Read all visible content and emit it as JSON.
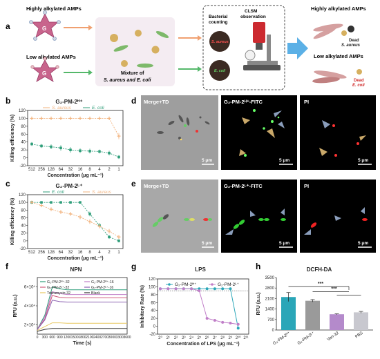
{
  "panel_labels": [
    "a",
    "b",
    "c",
    "d",
    "e",
    "f",
    "g",
    "h"
  ],
  "panel_a": {
    "high_label": "Highly alkylated AMPs",
    "low_label": "Low alkylated AMPs",
    "g_label": "G",
    "mixture_line1": "Mixture of",
    "mixture_line2": "S. aureus and E. coli",
    "counting_line1": "Bacterial",
    "counting_line2": "counting",
    "clsm_line1": "CLSM",
    "clsm_line2": "observation",
    "plate_top": "S. aureus",
    "plate_bottom": "E. coli",
    "result_high": "Highly alkylated AMPs",
    "result_low": "Low alkylated AMPs",
    "dead_line": "Dead",
    "dead_top_species": "S. aureus",
    "dead_bottom_species": "E. coli"
  },
  "micro": {
    "d_labels": [
      "Merge+TD",
      "G₂-PM-2ᴴ⁺-FITC",
      "PI"
    ],
    "e_labels": [
      "Merge+TD",
      "G₂-PM-2ᴸ⁺-FITC",
      "PI"
    ],
    "scale": "5 μm"
  },
  "colors": {
    "s_aureus": "#f2b37e",
    "e_coli": "#2f9e7a",
    "cyan": "#2aa6b8",
    "purple": "#c07ec8",
    "bar_teal": "#2aa6b8",
    "bar_gray": "#9a9a9a",
    "bar_purple": "#b48acb",
    "bar_light": "#c8c8cf"
  },
  "chart_data": [
    {
      "panel": "b",
      "type": "line",
      "title": "G₂-PM-2ᴴ⁺",
      "categories": [
        "512",
        "256",
        "128",
        "64",
        "32",
        "16",
        "8",
        "4",
        "2",
        "1"
      ],
      "ylabel": "Killing efficiency (%)",
      "xlabel": "Concentration (μg mL⁻¹)",
      "ylim": [
        -20,
        120
      ],
      "yticks": [
        -20,
        0,
        20,
        40,
        60,
        80,
        100,
        120
      ],
      "series": [
        {
          "name": "S. aureus",
          "color_key": "s_aureus",
          "values": [
            100,
            100,
            100,
            100,
            100,
            100,
            100,
            100,
            100,
            55
          ],
          "errors": [
            2,
            2,
            2,
            2,
            2,
            2,
            2,
            2,
            3,
            8
          ]
        },
        {
          "name": "E. coli",
          "color_key": "e_coli",
          "values": [
            35,
            30,
            28,
            25,
            20,
            18,
            17,
            16,
            12,
            2
          ],
          "errors": [
            5,
            5,
            6,
            7,
            7,
            6,
            6,
            5,
            6,
            5
          ]
        }
      ]
    },
    {
      "panel": "c",
      "type": "line",
      "title": "G₂-PM-2ᴸ⁺",
      "categories": [
        "512",
        "256",
        "128",
        "64",
        "32",
        "16",
        "8",
        "4",
        "2",
        "1"
      ],
      "ylabel": "Killing efficiency (%)",
      "xlabel": "Concentration (μg mL⁻¹)",
      "ylim": [
        -20,
        120
      ],
      "yticks": [
        -20,
        0,
        20,
        40,
        60,
        80,
        100,
        120
      ],
      "series": [
        {
          "name": "E. coli",
          "color_key": "e_coli",
          "values": [
            100,
            100,
            100,
            100,
            100,
            100,
            70,
            40,
            10,
            0
          ],
          "errors": [
            2,
            2,
            2,
            2,
            2,
            3,
            6,
            6,
            5,
            4
          ]
        },
        {
          "name": "S. aureus",
          "color_key": "s_aureus",
          "values": [
            100,
            92,
            82,
            75,
            70,
            62,
            50,
            38,
            25,
            10
          ],
          "errors": [
            3,
            4,
            5,
            5,
            5,
            6,
            6,
            6,
            6,
            5
          ]
        }
      ]
    },
    {
      "panel": "f",
      "type": "line",
      "title": "NPN",
      "xlabel": "Time (s)",
      "ylabel": "RFU (a.u.)",
      "x": [
        0,
        300,
        600,
        900,
        1200,
        1500,
        1800,
        2100,
        2400,
        2700,
        3000,
        3300,
        3600
      ],
      "xticks": [
        "0",
        "300",
        "600",
        "900",
        "1200",
        "1500",
        "1800",
        "2100",
        "2400",
        "2700",
        "3000",
        "3300",
        "3600"
      ],
      "ylim": [
        10000,
        70000
      ],
      "yticks": [
        20000,
        40000,
        60000
      ],
      "ytick_labels": [
        "2×10⁴",
        "4×10⁴",
        "6×10⁴"
      ],
      "series": [
        {
          "name": "G₂-PM-2ᴴ⁺-32",
          "color": "#2f9e7a",
          "values": [
            15000,
            30000,
            60000,
            58000,
            57000,
            57000,
            57000,
            57000,
            57000,
            57000,
            57000,
            57000,
            57000
          ]
        },
        {
          "name": "G₂-PM-2ᴴ⁺-16",
          "color": "#c07ec8",
          "values": [
            15000,
            28000,
            55000,
            53000,
            52000,
            52000,
            52000,
            52000,
            52000,
            52000,
            52000,
            52000,
            52000
          ]
        },
        {
          "name": "G₂-PM-2ᴸ⁺-32",
          "color": "#d05a7a",
          "values": [
            15000,
            26000,
            51000,
            49000,
            48500,
            48500,
            48500,
            48500,
            48500,
            48500,
            48500,
            48500,
            48500
          ]
        },
        {
          "name": "G₂-PM-2ᴸ⁺-16",
          "color": "#8a5fb0",
          "values": [
            15000,
            25000,
            46000,
            44500,
            44000,
            44000,
            44000,
            44000,
            44000,
            44000,
            44000,
            44000,
            44000
          ]
        },
        {
          "name": "Tobramycin-32",
          "color": "#e8c860",
          "values": [
            14000,
            18000,
            22000,
            22000,
            21500,
            21500,
            21500,
            21500,
            21500,
            21500,
            21500,
            21500,
            21500
          ]
        },
        {
          "name": "Blank",
          "color": "#333333",
          "values": [
            13000,
            15000,
            16000,
            16000,
            16000,
            16000,
            16000,
            16000,
            16000,
            16000,
            16000,
            16000,
            16000
          ]
        }
      ]
    },
    {
      "panel": "g",
      "type": "line",
      "title": "LPS",
      "xlabel": "Concentration of LPS (μg mL⁻¹)",
      "ylabel": "Inhibitory Rate (%)",
      "x": [
        0,
        1,
        2,
        3,
        4,
        5,
        6,
        7,
        8,
        9,
        10
      ],
      "xticks": [
        "2⁰",
        "2¹",
        "2²",
        "2³",
        "2⁴",
        "2⁵",
        "2⁶",
        "2⁷",
        "2⁸",
        "2⁹",
        "2¹⁰",
        "2¹¹"
      ],
      "ylim": [
        -20,
        120
      ],
      "yticks": [
        -20,
        0,
        20,
        40,
        60,
        80,
        100,
        120
      ],
      "threshold": 90,
      "series": [
        {
          "name": "G₂-PM-2ᴴ⁺",
          "color_key": "cyan",
          "values": [
            95,
            95,
            95,
            95,
            95,
            95,
            95,
            95,
            95,
            95,
            -5
          ]
        },
        {
          "name": "G₂-PM-2ᴸ⁺",
          "color_key": "purple",
          "values": [
            95,
            95,
            95,
            95,
            95,
            90,
            20,
            15,
            10,
            8,
            5
          ]
        }
      ]
    },
    {
      "panel": "h",
      "type": "bar",
      "title": "DCFH-DA",
      "ylabel": "RFU (a.u.)",
      "categories": [
        "G₂-PM-2ᴴ⁺",
        "G₂-PM-2ᴸ⁺",
        "Van-32",
        "PBS"
      ],
      "values": [
        2200,
        1950,
        1050,
        1180
      ],
      "errors": [
        300,
        80,
        30,
        60
      ],
      "ylim": [
        0,
        3500
      ],
      "yticks": [
        0,
        700,
        1400,
        2100,
        2800,
        3500
      ],
      "significance": [
        "***",
        "***"
      ]
    }
  ]
}
